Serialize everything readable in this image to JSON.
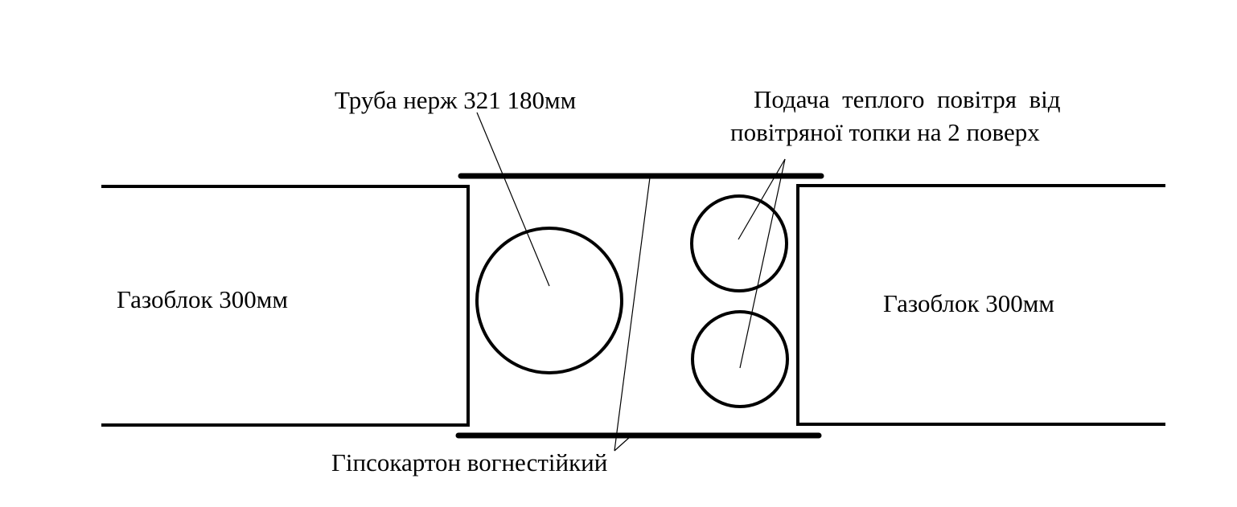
{
  "labels": {
    "pipe": "Труба нерж 321 180мм",
    "warm_air_line1": "Подача  теплого  повітря  від",
    "warm_air_line2": "повітряної топки на 2 поверх",
    "block_left": "Газоблок 300мм",
    "block_right": "Газоблок 300мм",
    "drywall": "Гіпсокартон вогнестійкий"
  },
  "colors": {
    "line": "#000000",
    "background": "#ffffff"
  }
}
